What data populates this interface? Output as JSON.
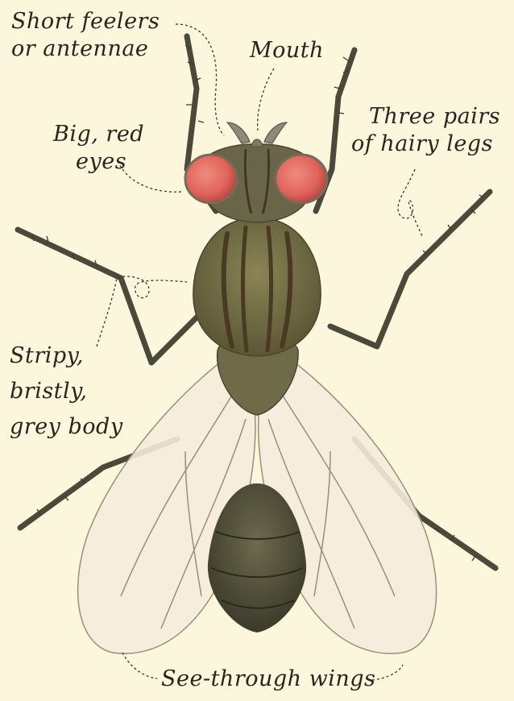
{
  "diagram": {
    "labels": {
      "antennae": [
        "Short feelers",
        "or antennae"
      ],
      "mouth": [
        "Mouth"
      ],
      "eyes": [
        "Big, red",
        "eyes"
      ],
      "legs": [
        "Three pairs",
        "of hairy legs"
      ],
      "body": [
        "Stripy,",
        "bristly,",
        "grey body"
      ],
      "wings": [
        "See-through wings"
      ]
    },
    "colors": {
      "background": "#fbf6dc",
      "eye": "#e26a5e",
      "body": "#6f6a48",
      "stripe": "#4a3a22",
      "wing": "#f4ead8",
      "ink": "#2a231f"
    }
  }
}
